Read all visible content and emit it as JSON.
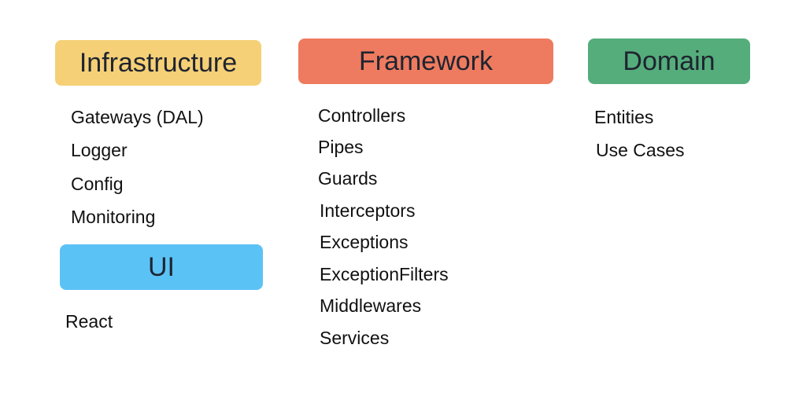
{
  "groups": {
    "infrastructure": {
      "title": "Infrastructure",
      "color": "#F5D076",
      "items": [
        "Gateways (DAL)",
        "Logger",
        "Config",
        "Monitoring"
      ]
    },
    "ui": {
      "title": "UI",
      "color": "#5BC2F5",
      "items": [
        "React"
      ]
    },
    "framework": {
      "title": "Framework",
      "color": "#EE7B5F",
      "items": [
        "Controllers",
        "Pipes",
        "Guards",
        "Interceptors",
        "Exceptions",
        "ExceptionFilters",
        "Middlewares",
        "Services"
      ]
    },
    "domain": {
      "title": "Domain",
      "color": "#54AD7B",
      "items": [
        "Entities",
        "Use Cases"
      ]
    }
  }
}
